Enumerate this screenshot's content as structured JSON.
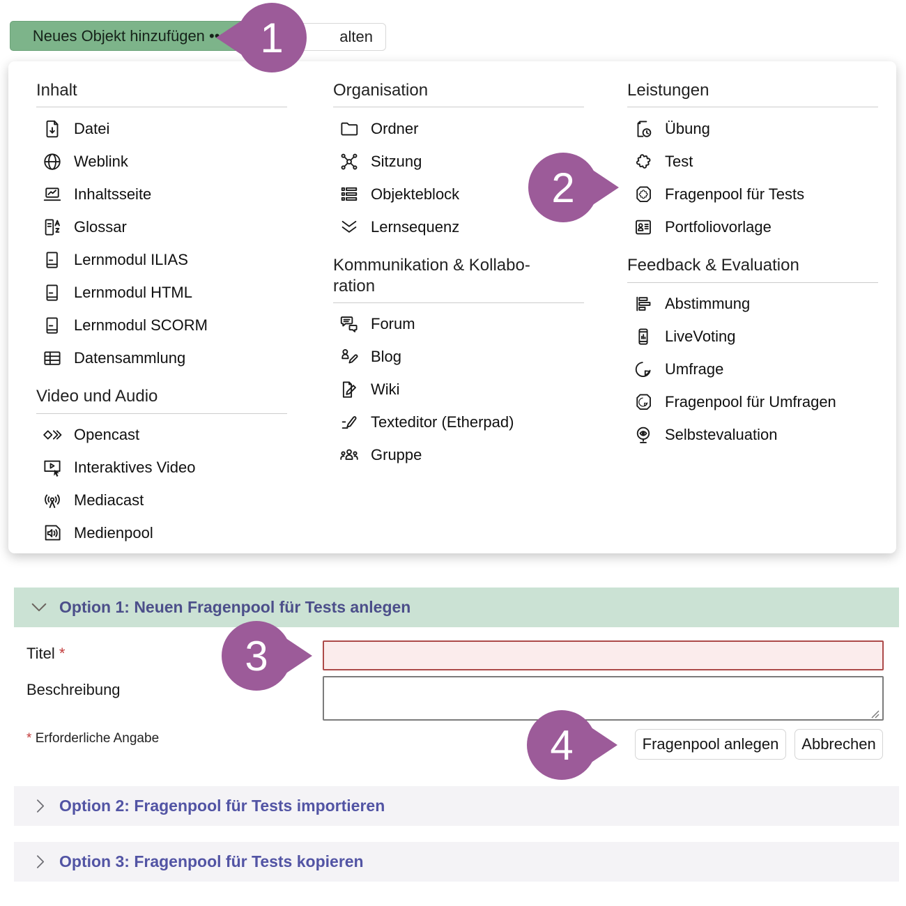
{
  "toolbar": {
    "add_button_label": "Neues Objekt hinzufügen •••",
    "partial_button_label": "alten"
  },
  "menu": {
    "columns": [
      {
        "sections": [
          {
            "title": "Inhalt",
            "items": [
              {
                "icon": "file",
                "label": "Datei"
              },
              {
                "icon": "weblink",
                "label": "Weblink"
              },
              {
                "icon": "contentpage",
                "label": "Inhaltsseite"
              },
              {
                "icon": "glossary",
                "label": "Glossar"
              },
              {
                "icon": "book",
                "label": "Lernmodul ILIAS"
              },
              {
                "icon": "book",
                "label": "Lernmodul HTML"
              },
              {
                "icon": "book",
                "label": "Lernmodul SCORM"
              },
              {
                "icon": "table",
                "label": "Datensammlung"
              }
            ]
          },
          {
            "title": "Video und Audio",
            "items": [
              {
                "icon": "opencast",
                "label": "Opencast"
              },
              {
                "icon": "interactive-video",
                "label": "Interaktives Video"
              },
              {
                "icon": "mediacast",
                "label": "Mediacast"
              },
              {
                "icon": "mediapool",
                "label": "Medienpool"
              }
            ]
          }
        ]
      },
      {
        "sections": [
          {
            "title": "Organisation",
            "items": [
              {
                "icon": "folder",
                "label": "Ordner"
              },
              {
                "icon": "session",
                "label": "Sitzung"
              },
              {
                "icon": "itemgroup",
                "label": "Objekteblock"
              },
              {
                "icon": "sequence",
                "label": "Lernsequenz"
              }
            ]
          },
          {
            "title": "Kommunikation & Kollabo-\nration",
            "items": [
              {
                "icon": "forum",
                "label": "Forum"
              },
              {
                "icon": "blog",
                "label": "Blog"
              },
              {
                "icon": "wiki",
                "label": "Wiki"
              },
              {
                "icon": "etherpad",
                "label": "Texteditor (Etherpad)"
              },
              {
                "icon": "group",
                "label": "Gruppe"
              }
            ]
          }
        ]
      },
      {
        "sections": [
          {
            "title": "Leistungen",
            "items": [
              {
                "icon": "exercise",
                "label": "Übung"
              },
              {
                "icon": "puzzle",
                "label": "Test"
              },
              {
                "icon": "qpl-test",
                "label": "Fragenpool für Tests"
              },
              {
                "icon": "portfolio",
                "label": "Portfoliovorlage"
              }
            ]
          },
          {
            "title": "Feedback & Evaluation",
            "items": [
              {
                "icon": "poll",
                "label": "Abstimmung"
              },
              {
                "icon": "livevoting",
                "label": "LiveVoting"
              },
              {
                "icon": "survey",
                "label": "Umfrage"
              },
              {
                "icon": "qpl-survey",
                "label": "Fragenpool für Umfragen"
              },
              {
                "icon": "self-eval",
                "label": "Selbstevaluation"
              }
            ]
          }
        ]
      }
    ]
  },
  "markers": [
    {
      "number": "1",
      "direction": "left"
    },
    {
      "number": "2",
      "direction": "right"
    },
    {
      "number": "3",
      "direction": "right"
    },
    {
      "number": "4",
      "direction": "right"
    }
  ],
  "form": {
    "section_title": "Option 1: Neuen Fragenpool für Tests anlegen",
    "title_label": "Titel",
    "required_mark": "*",
    "title_value": "",
    "description_label": "Beschreibung",
    "description_value": "",
    "required_note": "Erforderliche Angabe",
    "submit_label": "Fragenpool anlegen",
    "cancel_label": "Abbrechen"
  },
  "options": [
    {
      "label": "Option 2: Fragenpool für Tests importieren"
    },
    {
      "label": "Option 3: Fragenpool für Tests kopieren"
    }
  ],
  "colors": {
    "marker": "#9c5b99",
    "button_green": "#7db48a",
    "option1_bg": "#cbe2d4",
    "option_bg": "#f4f3f6",
    "option1_text": "#4c4f8a",
    "option_text": "#5254a4",
    "error_border": "#ac4a49",
    "error_bg": "#fbecec",
    "required_red": "#c23b3b"
  }
}
